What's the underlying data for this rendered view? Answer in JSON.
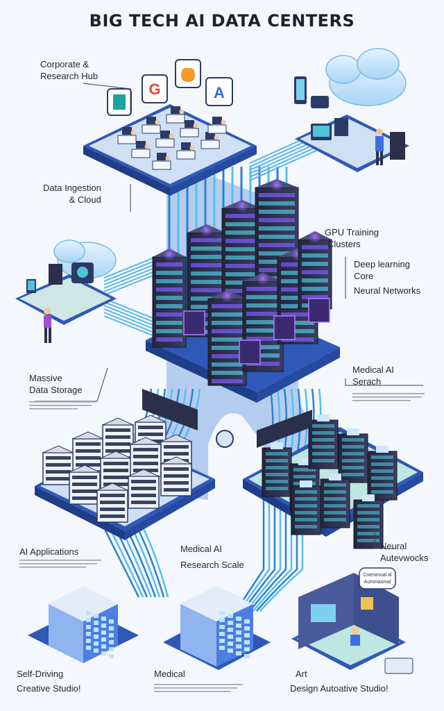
{
  "title": "BIG TECH AI DATA CENTERS",
  "labels": {
    "corporate": [
      "Corporate &",
      "Research Hub"
    ],
    "ingestion": [
      "Data Ingestion",
      "& Cloud"
    ],
    "gpu": [
      "GPU Training",
      "Clusters"
    ],
    "deep": [
      "Deep learning",
      "Core"
    ],
    "neural_networks": "Neural Networks",
    "storage": [
      "Massive",
      "Data Storage"
    ],
    "medical_search": [
      "Medical AI",
      "Serach"
    ],
    "ai_apps": "AI Applications",
    "medical_research": [
      "Medical AI",
      "Research Scale"
    ],
    "neural_aut": [
      "Neural",
      "Autevwocks"
    ],
    "self_driving": [
      "Self-Driving",
      "Creative Studio!"
    ],
    "medical": "Medical",
    "art": [
      "Art",
      "Design Autoative Studio!"
    ]
  },
  "hub_logos": [
    "G",
    "A"
  ],
  "bubble": [
    "Coemmoal al",
    "Aummasmal"
  ],
  "colors": {
    "accent": "#3b6fe0",
    "cable": "#4aa3e8",
    "purple_glow": "#8a4bff",
    "rack_dark": "#2b2f4a",
    "platform": "#2f58b8"
  }
}
